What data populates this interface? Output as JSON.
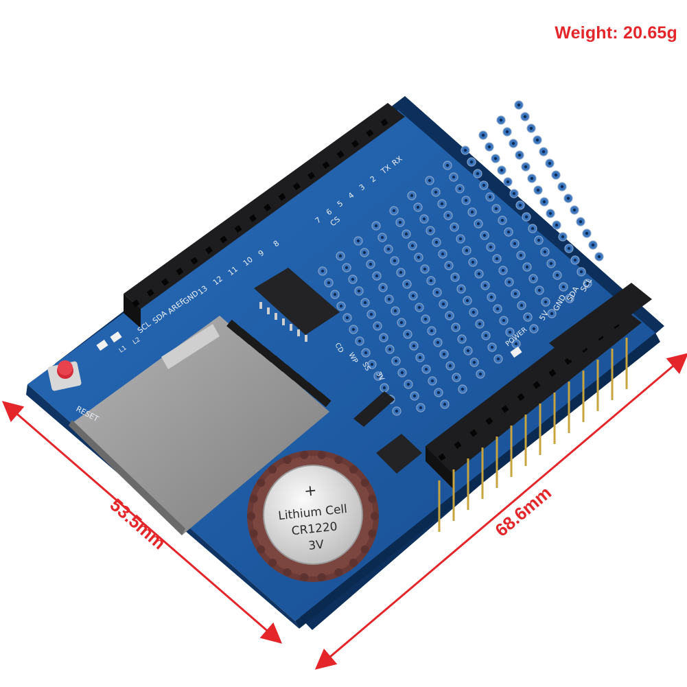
{
  "weight_label": "Weight: 20.65g",
  "dimensions": {
    "width_label": "53.5mm",
    "length_label": "68.6mm"
  },
  "board": {
    "silkscreen": {
      "digital_top": [
        "RX",
        "TX",
        "2",
        "3",
        "4",
        "5",
        "6",
        "7"
      ],
      "digital_bottom": [
        "8",
        "9",
        "10",
        "11",
        "12",
        "13",
        "GND",
        "AREF",
        "SDA",
        "SCL"
      ],
      "sd_pins": [
        "CD",
        "WP",
        "SS",
        "3V"
      ],
      "i2c_pins": [
        "SCL",
        "SDA",
        "GND",
        "5V"
      ],
      "reset": "RESET",
      "cs": "CS",
      "l1": "L1",
      "l2": "L2",
      "power": "POWER"
    },
    "battery": {
      "line1": "Lithium Cell",
      "line2": "CR1220",
      "line3": "3V",
      "plus": "+"
    }
  },
  "colors": {
    "board": "#1f5fa8",
    "dimension": "#e4262a",
    "header": "#1d1d1f",
    "sd_slot": "#9a9a9a",
    "battery_holder": "#6b3a36"
  }
}
